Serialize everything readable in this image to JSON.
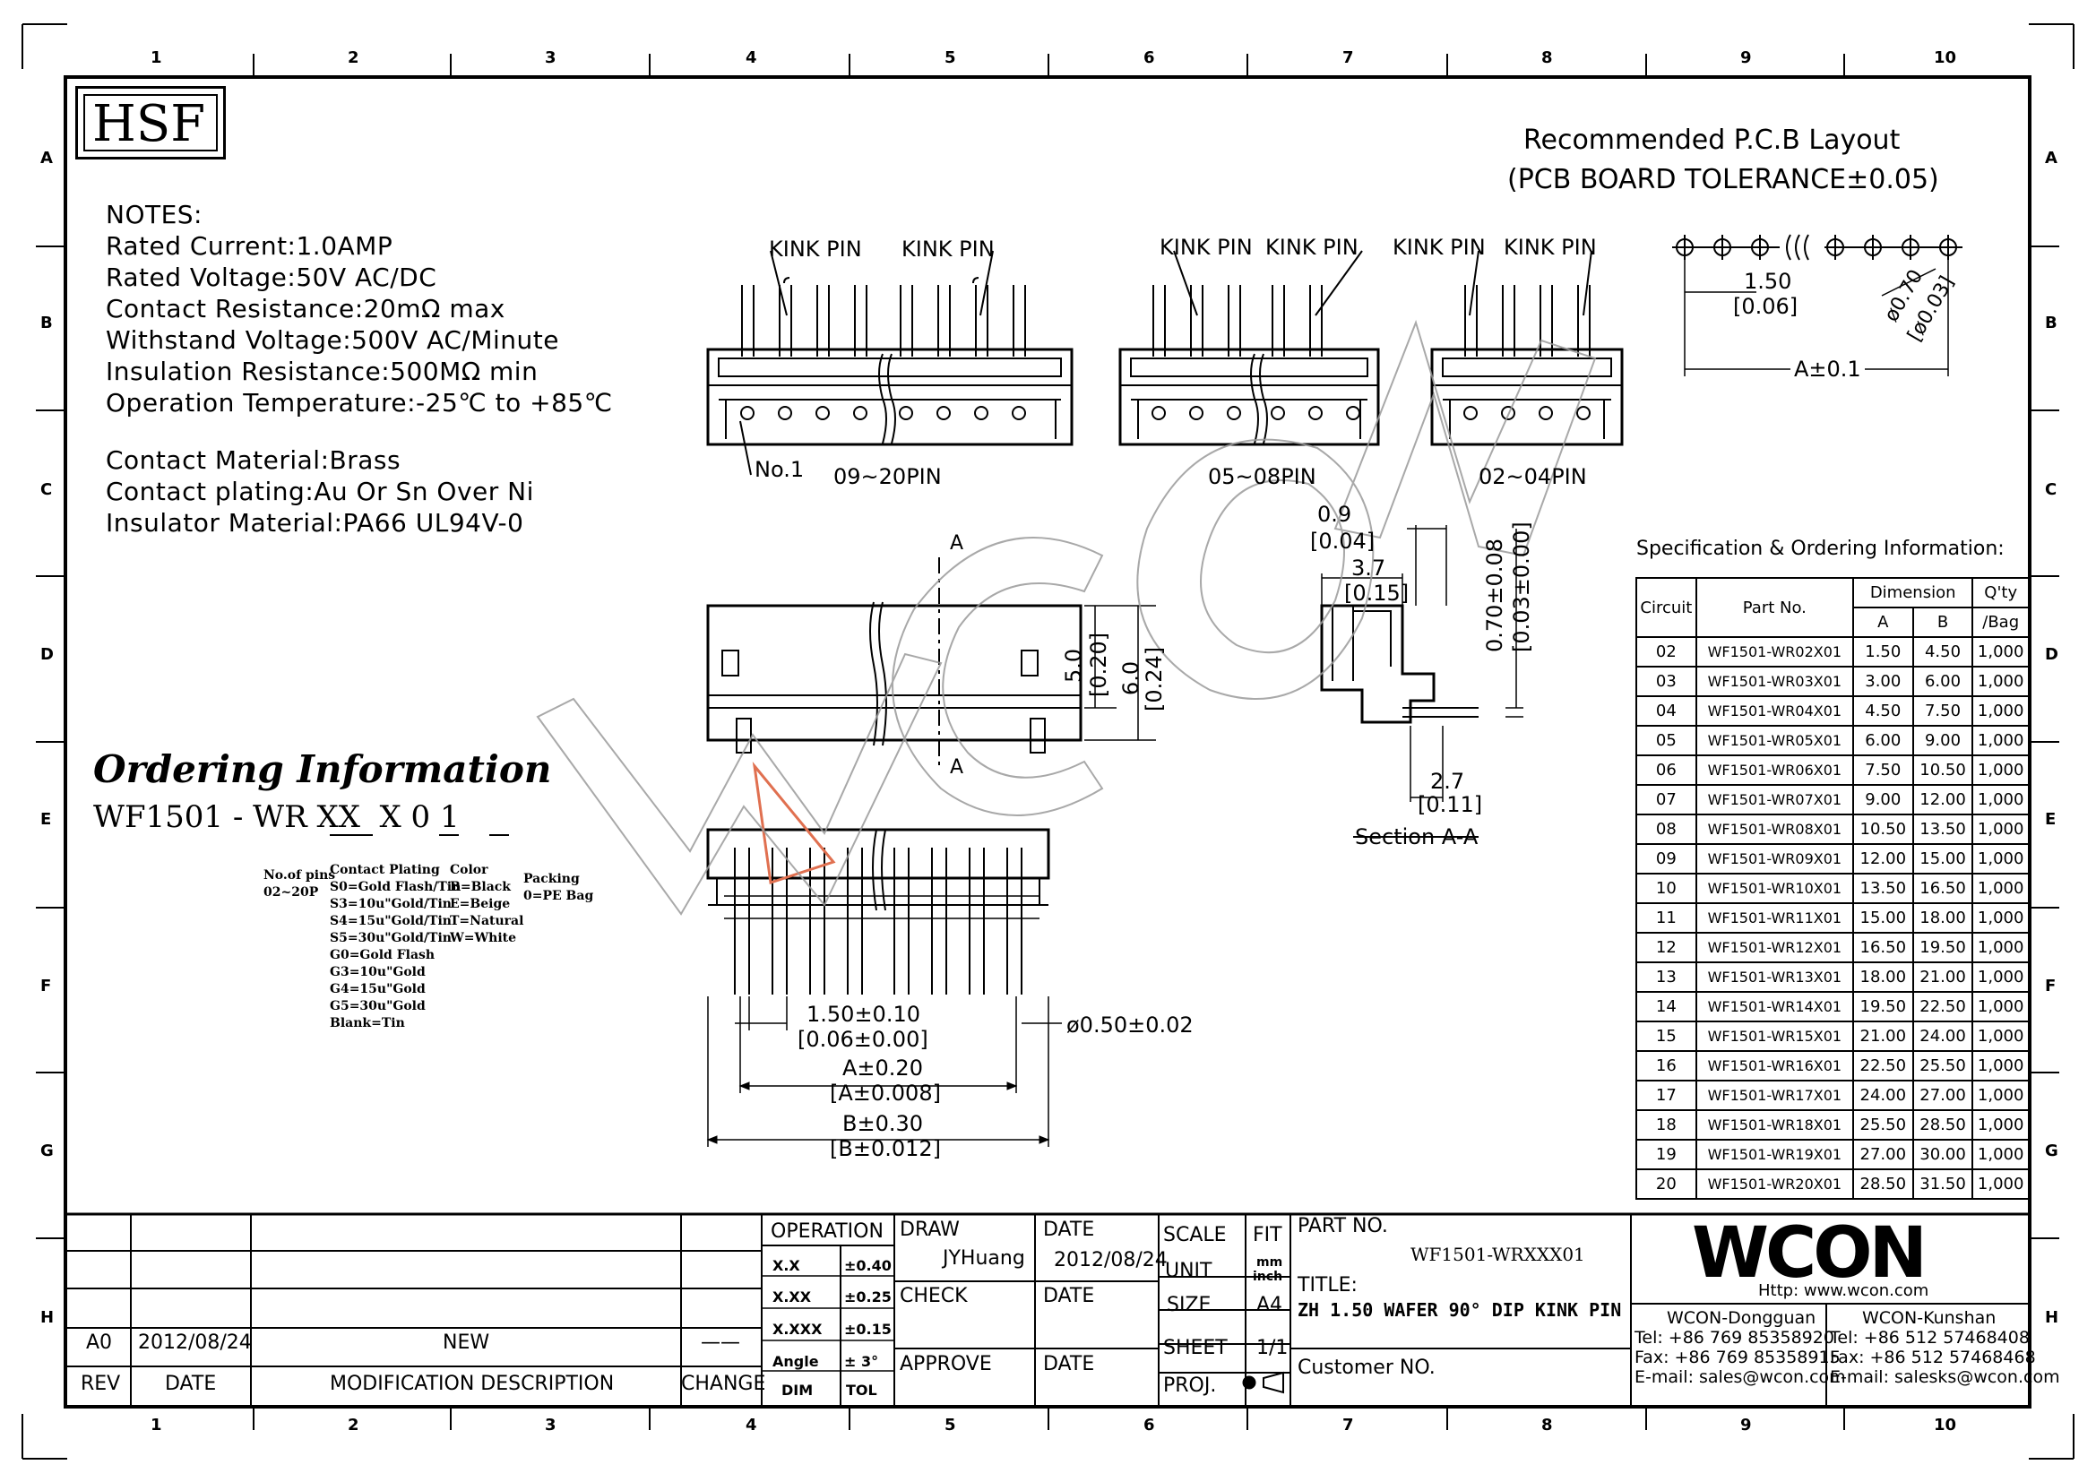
{
  "logo": "HSF",
  "grid": {
    "cols": [
      "1",
      "2",
      "3",
      "4",
      "5",
      "6",
      "7",
      "8",
      "9",
      "10"
    ],
    "rows": [
      "A",
      "B",
      "C",
      "D",
      "E",
      "F",
      "G",
      "H"
    ]
  },
  "notes": {
    "heading": "NOTES:",
    "lines": [
      "Rated Current:1.0AMP",
      "Rated Voltage:50V AC/DC",
      "Contact Resistance:20mΩ  max",
      "Withstand Voltage:500V AC/Minute",
      "Insulation Resistance:500MΩ min",
      "Operation Temperature:-25℃ to +85℃"
    ],
    "materials": [
      "Contact Material:Brass",
      "Contact plating:Au Or Sn Over Ni",
      "Insulator Material:PA66 UL94V-0"
    ]
  },
  "ordering": {
    "title": "Ordering Information",
    "code": "WF1501 - WR XX  X 0 1",
    "pins": [
      "No.of pins",
      "02~20P"
    ],
    "plating": [
      "Contact Plating",
      "S0=Gold Flash/Tin",
      "S3=10u\"Gold/Tin",
      "S4=15u\"Gold/Tin",
      "S5=30u\"Gold/Tin",
      "G0=Gold Flash",
      "G3=10u\"Gold",
      "G4=15u\"Gold",
      "G5=30u\"Gold",
      "Blank=Tin"
    ],
    "color": [
      "Color",
      "B=Black",
      "E=Beige",
      "T=Natural",
      "W=White"
    ],
    "packing": [
      "Packing",
      "0=PE Bag"
    ]
  },
  "views": {
    "kink_pin": "KINK PIN",
    "no1": "No.1",
    "v1_label": "09~20PIN",
    "v2_label": "05~08PIN",
    "v3_label": "02~04PIN",
    "section_mark": "A",
    "section_label": "Section A-A"
  },
  "dims": {
    "d50": "5.0",
    "d020": "[0.20]",
    "d60": "6.0",
    "d024": "[0.24]",
    "d09": "0.9",
    "d004": "[0.04]",
    "d37": "3.7",
    "d015": "[0.15]",
    "d070": "0.70±0.08",
    "d003": "[0.03±0.00]",
    "d27": "2.7",
    "d011": "[0.11]",
    "pitch": "1.50±0.10",
    "pitch_in": "[0.06±0.00]",
    "pin_dia": "ø0.50±0.02",
    "a": "A±0.20",
    "a_in": "[A±0.008]",
    "b": "B±0.30",
    "b_in": "[B±0.012]"
  },
  "pcb": {
    "title1": "Recommended P.C.B Layout",
    "title2": "(PCB BOARD TOLERANCE±0.05)",
    "pitch": "1.50",
    "pitch_in": "[0.06]",
    "hole": "ø0.70",
    "hole_in": "[ø0.03]",
    "a": "A±0.1"
  },
  "spec": {
    "title": "Specification & Ordering Information:",
    "headers": {
      "circuit": "Circuit",
      "part": "Part No.",
      "dimension": "Dimension",
      "a": "A",
      "b": "B",
      "qty": "Q'ty",
      "bag": "/Bag"
    },
    "rows": [
      [
        "02",
        "WF1501-WR02X01",
        "1.50",
        "4.50",
        "1,000"
      ],
      [
        "03",
        "WF1501-WR03X01",
        "3.00",
        "6.00",
        "1,000"
      ],
      [
        "04",
        "WF1501-WR04X01",
        "4.50",
        "7.50",
        "1,000"
      ],
      [
        "05",
        "WF1501-WR05X01",
        "6.00",
        "9.00",
        "1,000"
      ],
      [
        "06",
        "WF1501-WR06X01",
        "7.50",
        "10.50",
        "1,000"
      ],
      [
        "07",
        "WF1501-WR07X01",
        "9.00",
        "12.00",
        "1,000"
      ],
      [
        "08",
        "WF1501-WR08X01",
        "10.50",
        "13.50",
        "1,000"
      ],
      [
        "09",
        "WF1501-WR09X01",
        "12.00",
        "15.00",
        "1,000"
      ],
      [
        "10",
        "WF1501-WR10X01",
        "13.50",
        "16.50",
        "1,000"
      ],
      [
        "11",
        "WF1501-WR11X01",
        "15.00",
        "18.00",
        "1,000"
      ],
      [
        "12",
        "WF1501-WR12X01",
        "16.50",
        "19.50",
        "1,000"
      ],
      [
        "13",
        "WF1501-WR13X01",
        "18.00",
        "21.00",
        "1,000"
      ],
      [
        "14",
        "WF1501-WR14X01",
        "19.50",
        "22.50",
        "1,000"
      ],
      [
        "15",
        "WF1501-WR15X01",
        "21.00",
        "24.00",
        "1,000"
      ],
      [
        "16",
        "WF1501-WR16X01",
        "22.50",
        "25.50",
        "1,000"
      ],
      [
        "17",
        "WF1501-WR17X01",
        "24.00",
        "27.00",
        "1,000"
      ],
      [
        "18",
        "WF1501-WR18X01",
        "25.50",
        "28.50",
        "1,000"
      ],
      [
        "19",
        "WF1501-WR19X01",
        "27.00",
        "30.00",
        "1,000"
      ],
      [
        "20",
        "WF1501-WR20X01",
        "28.50",
        "31.50",
        "1,000"
      ]
    ]
  },
  "titleblock": {
    "rev_value": "A0",
    "date_value": "2012/08/24",
    "new": "NEW",
    "dash": "——",
    "rev": "REV",
    "date": "DATE",
    "mod": "MODIFICATION DESCRIPTION",
    "change": "CHANGE",
    "operation": "OPERATION",
    "tol_rows": [
      [
        "X.X",
        "±0.40"
      ],
      [
        "X.XX",
        "±0.25"
      ],
      [
        "X.XXX",
        "±0.15"
      ],
      [
        "Angle",
        "± 3°"
      ],
      [
        "DIM",
        "TOL"
      ]
    ],
    "draw": "DRAW",
    "drawer": "JYHuang",
    "draw_date_label": "DATE",
    "draw_date": "2012/08/24",
    "check": "CHECK",
    "check_date": "DATE",
    "approve": "APPROVE",
    "approve_date": "DATE",
    "scale": "SCALE",
    "scale_val": "FIT",
    "unit": "UNIT",
    "unit_val1": "mm",
    "unit_val2": "inch",
    "size": "SIZE",
    "size_val": "A4",
    "sheet": "SHEET",
    "sheet_val": "1/1",
    "proj": "PROJ.",
    "part_no_label": "PART NO.",
    "part_no": "WF1501-WRXXX01",
    "title_label": "TITLE:",
    "title": "ZH 1.50 WAFER 90° DIP KINK PIN",
    "customer": "Customer NO.",
    "company": "WCON",
    "http": "Http: www.wcon.com",
    "dg": {
      "name": "WCON-Dongguan",
      "tel": "Tel: +86 769 85358920",
      "fax": "Fax: +86 769 85358915",
      "email": "E-mail: sales@wcon.com"
    },
    "ks": {
      "name": "WCON-Kunshan",
      "tel": "Tel: +86 512 57468408",
      "fax": "Fax: +86 512 57468468",
      "email": "E-mail: salesks@wcon.com"
    }
  },
  "colors": {
    "ink": "#000000",
    "watermark": "#9a9a9a",
    "marker": "#e07050"
  }
}
